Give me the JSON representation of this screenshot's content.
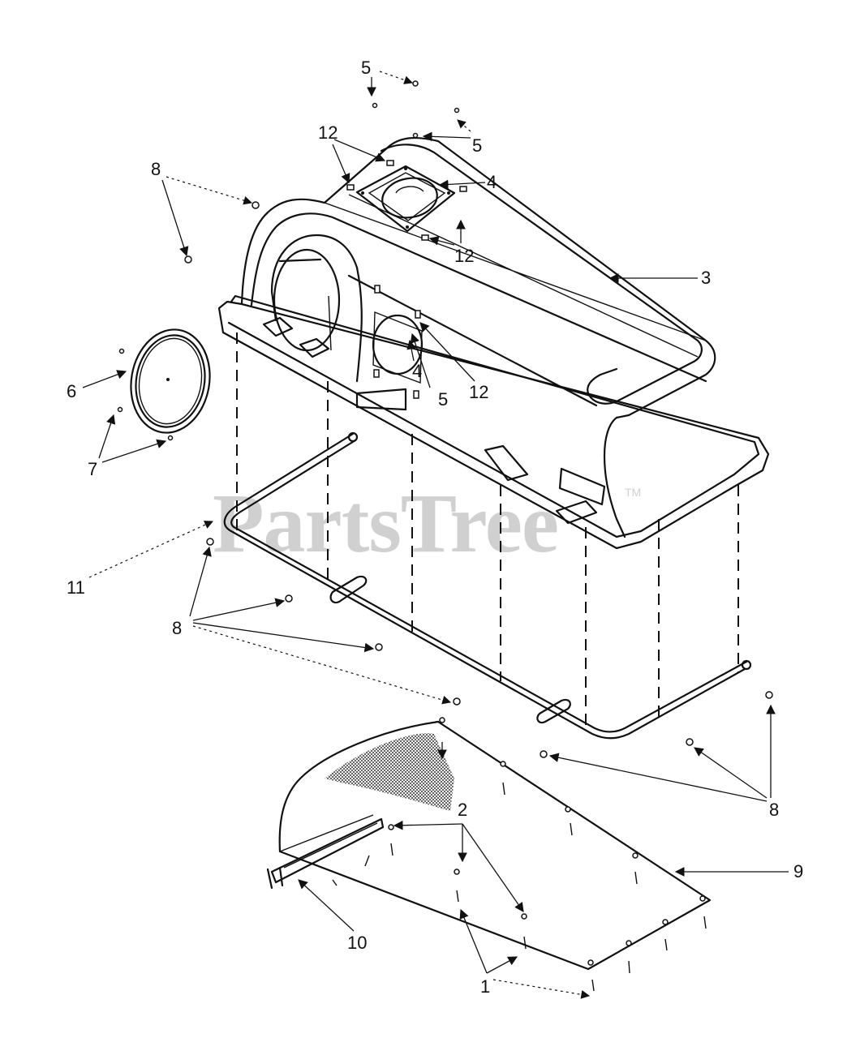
{
  "watermark": {
    "text": "PartsTree",
    "trademark": "TM"
  },
  "callouts": [
    "1",
    "2",
    "3",
    "4",
    "5",
    "6",
    "7",
    "8",
    "9",
    "10",
    "11",
    "12"
  ]
}
